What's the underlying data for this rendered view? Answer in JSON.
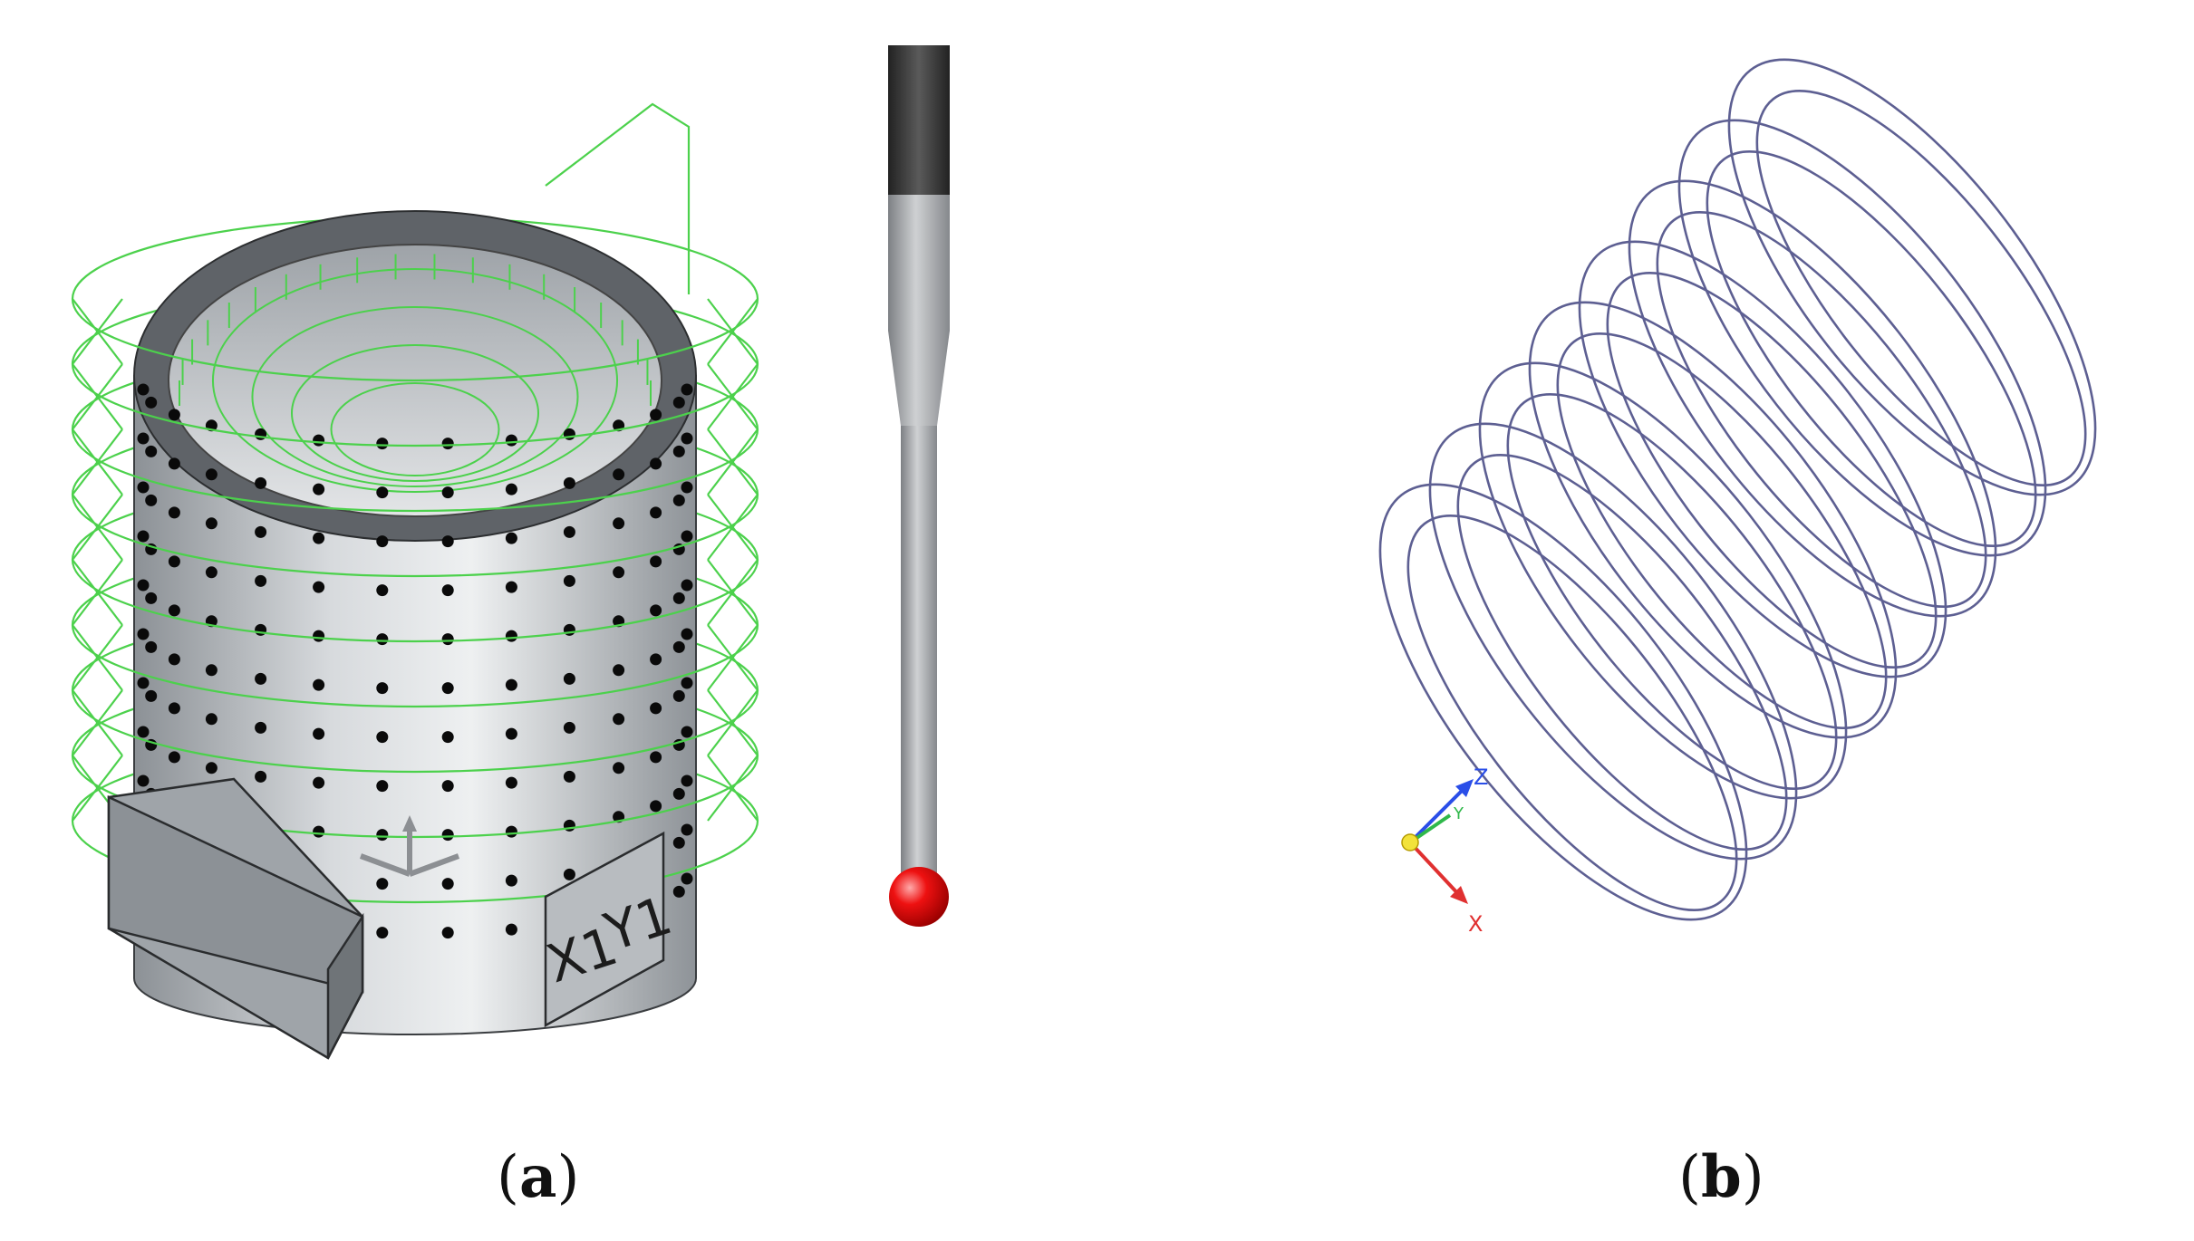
{
  "figure": {
    "panel_a": {
      "label_open": "(",
      "label_letter": "a",
      "label_close": ")",
      "alignment_text_x": "X1",
      "alignment_text_y": "Y1",
      "colors": {
        "part_body": "#b9bec3",
        "part_rim": "#5f6368",
        "measurement_points": "#0a0a0a",
        "probe_path": "#4cd14c",
        "probe_shaft": "#a9acaf",
        "probe_holder": "#3b3b3b",
        "probe_tip": "#ee1111"
      }
    },
    "panel_b": {
      "label_open": "(",
      "label_letter": "b",
      "label_close": ")",
      "axes": {
        "z": "Z",
        "y": "Y",
        "x": "X"
      },
      "colors": {
        "scan_paths": "#5d5f92",
        "axis_z": "#2a4ee8",
        "axis_y": "#2fb84a",
        "axis_x": "#e03030",
        "origin": "#f2e23a"
      }
    }
  }
}
